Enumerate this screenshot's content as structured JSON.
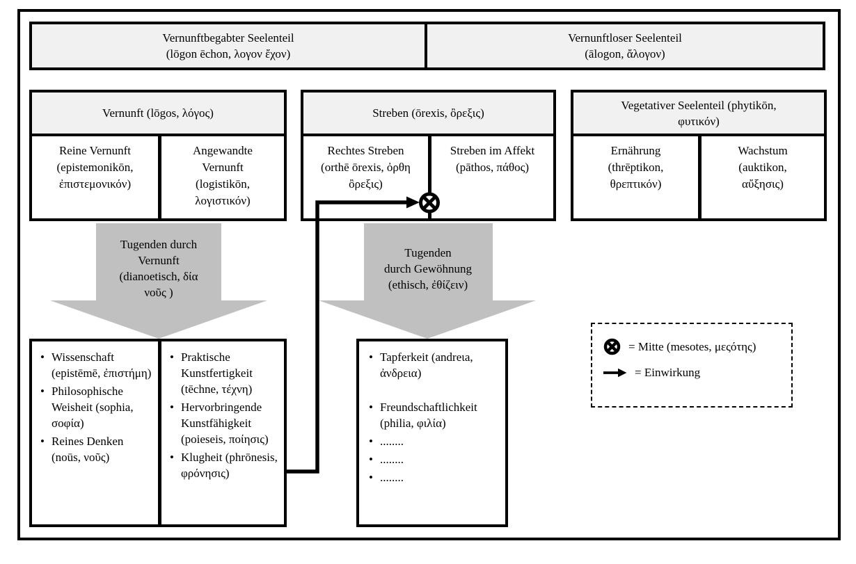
{
  "title_note": "Aristoteles Seelenteile-Diagramm",
  "colors": {
    "border": "#000000",
    "header_fill": "#f1f1f1",
    "arrow_fill": "#c0c0c0",
    "background": "#ffffff"
  },
  "top_row": [
    {
      "lines": [
        "Vernunftbegabter Seelenteil",
        "(lōgon ēchon, λογον ἔχον)"
      ]
    },
    {
      "lines": [
        "Vernunftloser Seelenteil",
        "(ālogon, ἄλογον)"
      ]
    }
  ],
  "groups": [
    {
      "header_lines": [
        "Vernunft (lōgos, λόγος)"
      ],
      "cells": [
        {
          "lines": [
            "Reine Vernunft",
            "(epistemonikōn,",
            "ἐπιστεμονικόν)"
          ]
        },
        {
          "lines": [
            "Angewandte",
            "Vernunft",
            "(logistikōn,",
            "λογιστικόν)"
          ]
        }
      ]
    },
    {
      "header_lines": [
        "Streben (ōrexis, ὂρεξις)"
      ],
      "cells": [
        {
          "lines": [
            "Rechtes Streben",
            "(orthē ōrexis, ὀρθη",
            "ὂρεξις)"
          ]
        },
        {
          "lines": [
            "Streben im Affekt",
            "(pāthos, πάθος)"
          ]
        }
      ]
    },
    {
      "header_lines": [
        "Vegetativer Seelenteil (phytikōn,",
        "φυτικόν)"
      ],
      "cells": [
        {
          "lines": [
            "Ernährung",
            "(thrēptikon,",
            "θρεπτικόν)"
          ]
        },
        {
          "lines": [
            "Wachstum",
            "(auktikon,",
            "αὔξησις)"
          ]
        }
      ]
    }
  ],
  "virtue_arrows": [
    {
      "lines": [
        "Tugenden durch",
        "Vernunft",
        "(dianoetisch, δία",
        "νοῦς )"
      ]
    },
    {
      "lines": [
        "Tugenden",
        "durch Gewöhnung",
        "(ethisch, ἐθίζειν)"
      ]
    }
  ],
  "virtues": {
    "dianoetic_col1": [
      "Wissenschaft (epistēmē, ἐπιστήμη)",
      "Philosophische Weisheit (sophia, σοφία)",
      "Reines Denken (noūs, νοῦς)"
    ],
    "dianoetic_col2": [
      "Praktische Kunstfertigkeit (tēchne, τέχνη)",
      "Hervorbringende Kunstfähigkeit (poieseis, ποίησις)",
      "Klugheit (phrōnesis, φρόνησις)"
    ],
    "ethical": [
      "Tapferkeit (andreιa, ἀνδρεια)",
      "Freundschaftlichkeit (philia, φιλία)",
      "........",
      "........",
      "........"
    ]
  },
  "legend": {
    "items": [
      {
        "symbol": "mesotes-circle-x",
        "label": "= Mitte (mesotes, μεςότης)"
      },
      {
        "symbol": "arrow-right",
        "label": "= Einwirkung"
      }
    ]
  }
}
